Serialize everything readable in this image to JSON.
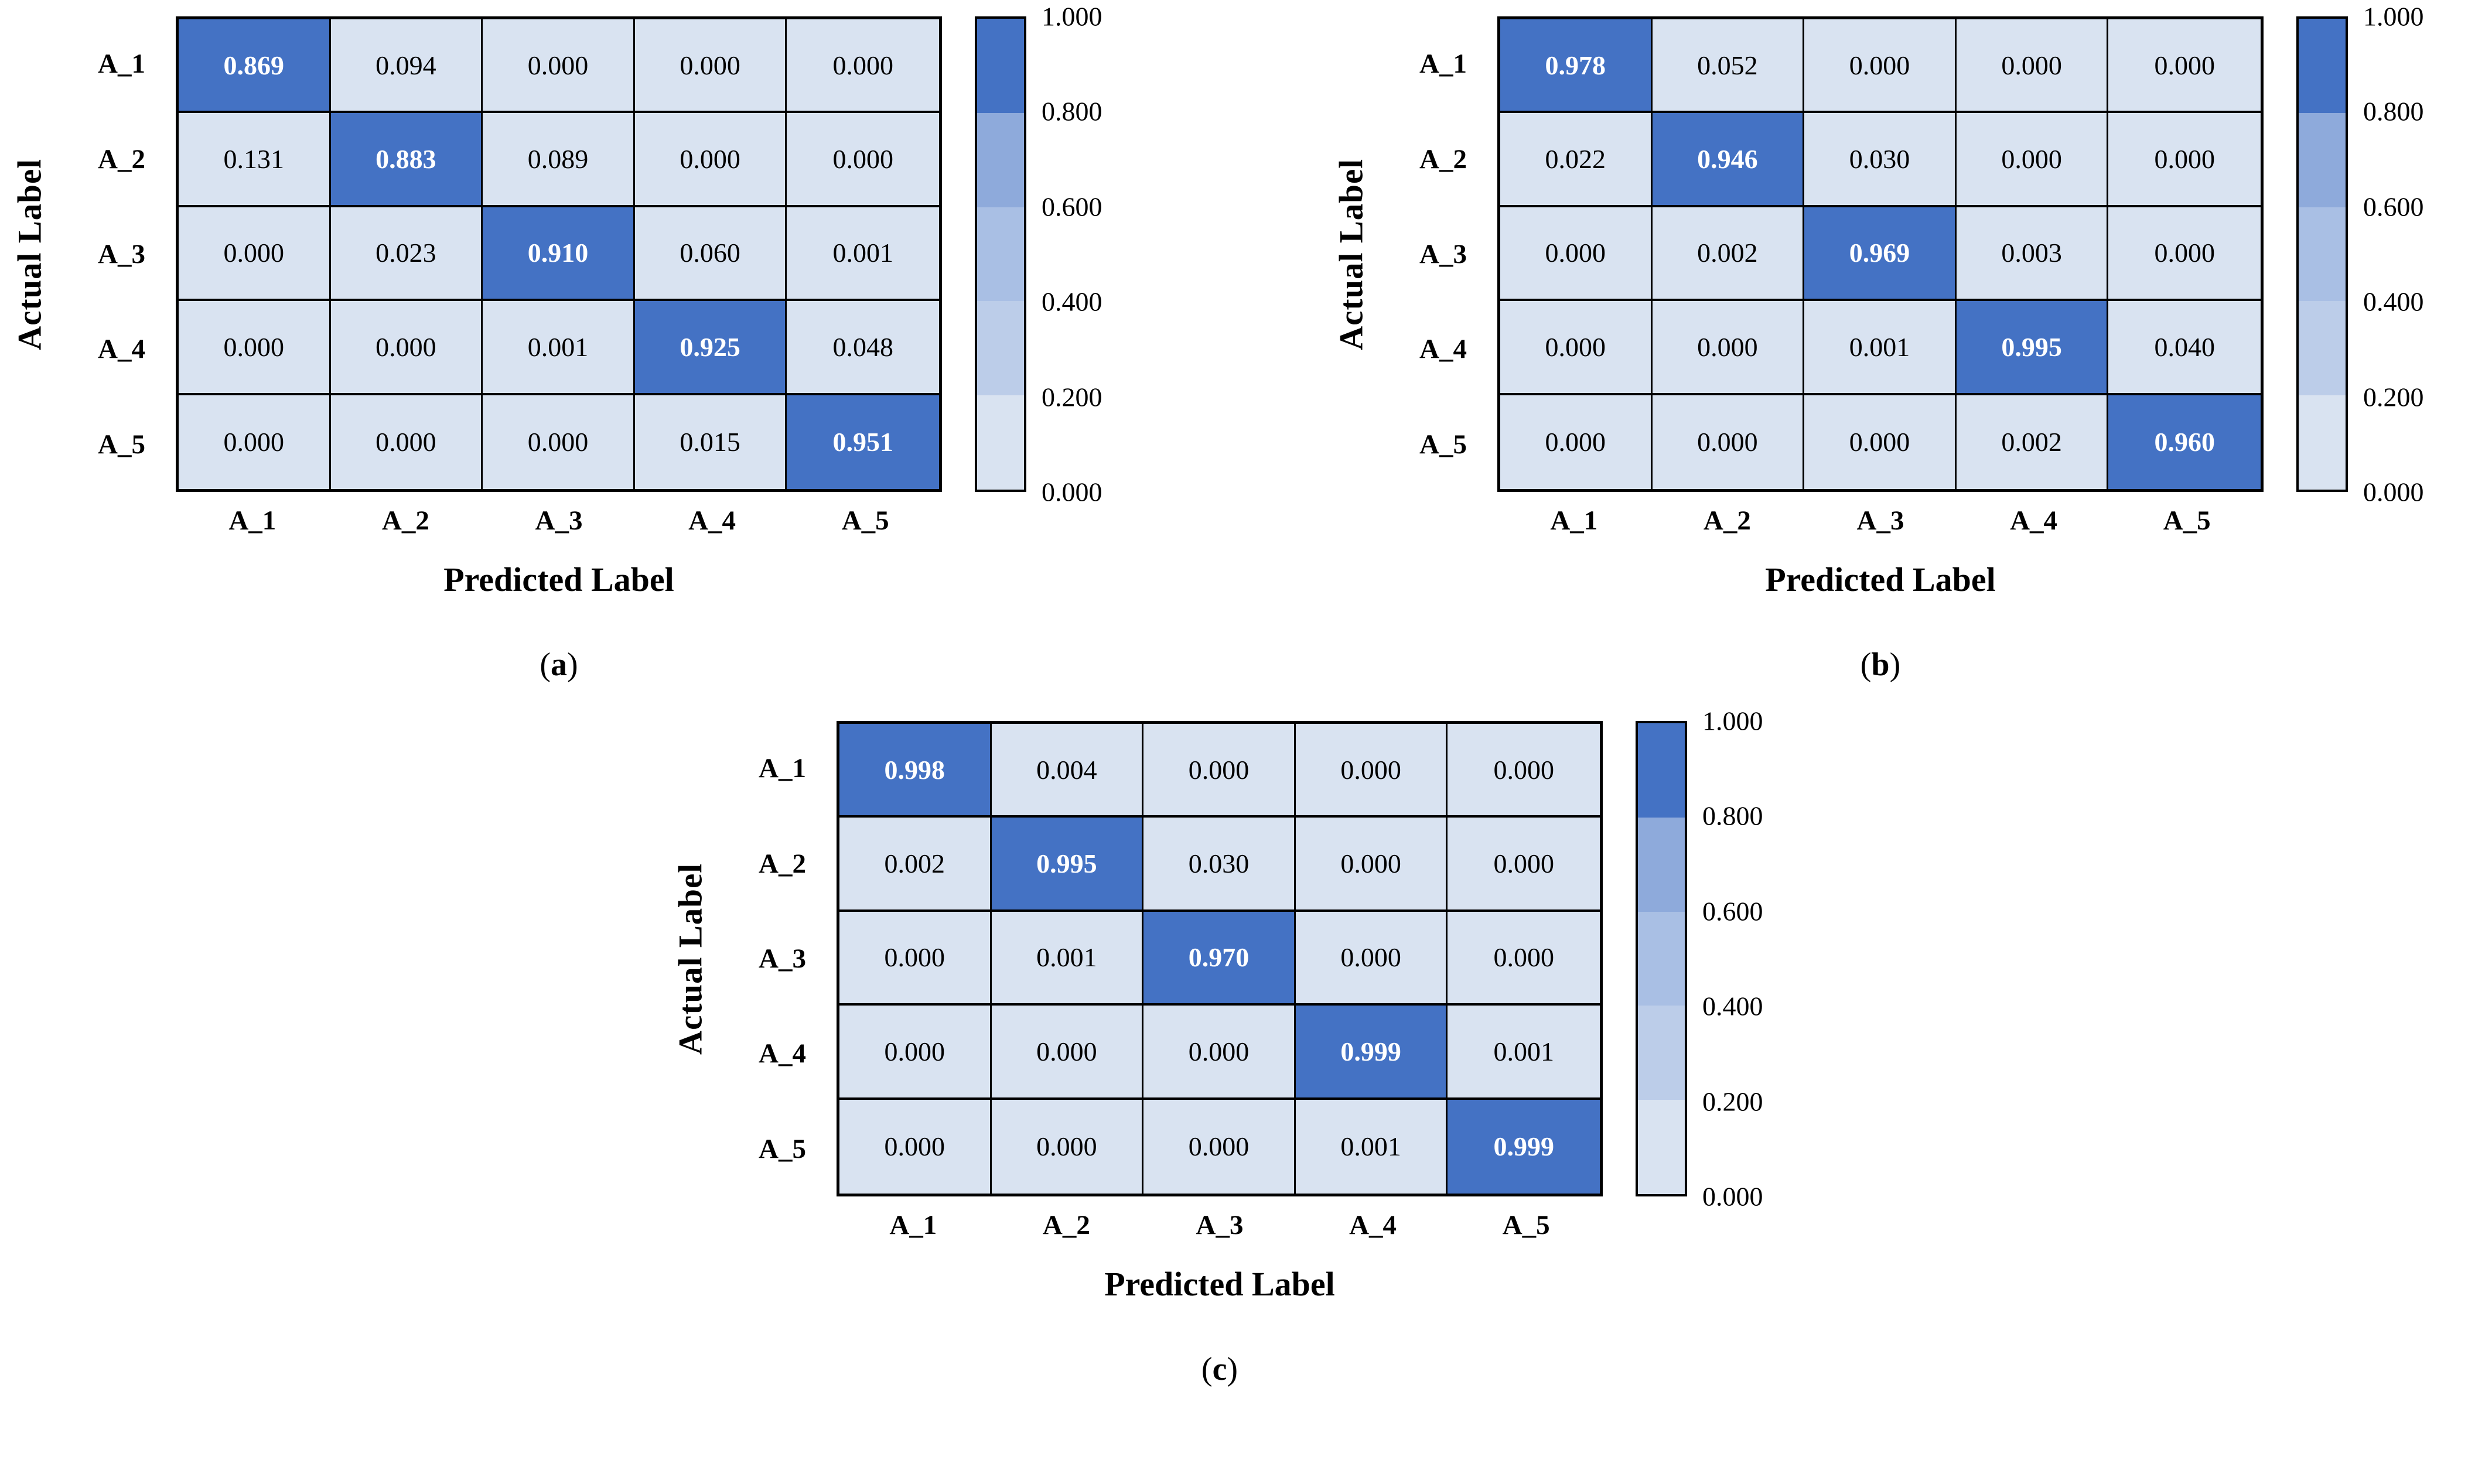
{
  "colors": {
    "diagonal_fill": "#4472C4",
    "offdiag_fill": "#D9E3F1",
    "diag_text": "#FFFFFF",
    "cell_text": "#000000",
    "border_color": "#000000",
    "page_bg": "#FFFFFF",
    "colorbar_segments": [
      "#4472C4",
      "#8EAADB",
      "#A9BFE4",
      "#BCCDE9",
      "#D9E3F1"
    ]
  },
  "chart_data": [
    {
      "type": "heatmap",
      "panel": "a",
      "caption_open": "(",
      "caption_letter": "a",
      "caption_close": ")",
      "xlabel": "Predicted Label",
      "ylabel": "Actual Label",
      "x_categories": [
        "A_1",
        "A_2",
        "A_3",
        "A_4",
        "A_5"
      ],
      "y_categories": [
        "A_1",
        "A_2",
        "A_3",
        "A_4",
        "A_5"
      ],
      "matrix": [
        [
          "0.869",
          "0.094",
          "0.000",
          "0.000",
          "0.000"
        ],
        [
          "0.131",
          "0.883",
          "0.089",
          "0.000",
          "0.000"
        ],
        [
          "0.000",
          "0.023",
          "0.910",
          "0.060",
          "0.001"
        ],
        [
          "0.000",
          "0.000",
          "0.001",
          "0.925",
          "0.048"
        ],
        [
          "0.000",
          "0.000",
          "0.000",
          "0.015",
          "0.951"
        ]
      ],
      "colorbar_ticks": [
        "1.000",
        "0.800",
        "0.600",
        "0.400",
        "0.200",
        "0.000"
      ],
      "colorbar_range": [
        0.0,
        1.0
      ]
    },
    {
      "type": "heatmap",
      "panel": "b",
      "caption_open": "(",
      "caption_letter": "b",
      "caption_close": ")",
      "xlabel": "Predicted Label",
      "ylabel": "Actual Label",
      "x_categories": [
        "A_1",
        "A_2",
        "A_3",
        "A_4",
        "A_5"
      ],
      "y_categories": [
        "A_1",
        "A_2",
        "A_3",
        "A_4",
        "A_5"
      ],
      "matrix": [
        [
          "0.978",
          "0.052",
          "0.000",
          "0.000",
          "0.000"
        ],
        [
          "0.022",
          "0.946",
          "0.030",
          "0.000",
          "0.000"
        ],
        [
          "0.000",
          "0.002",
          "0.969",
          "0.003",
          "0.000"
        ],
        [
          "0.000",
          "0.000",
          "0.001",
          "0.995",
          "0.040"
        ],
        [
          "0.000",
          "0.000",
          "0.000",
          "0.002",
          "0.960"
        ]
      ],
      "colorbar_ticks": [
        "1.000",
        "0.800",
        "0.600",
        "0.400",
        "0.200",
        "0.000"
      ],
      "colorbar_range": [
        0.0,
        1.0
      ]
    },
    {
      "type": "heatmap",
      "panel": "c",
      "caption_open": "(",
      "caption_letter": "c",
      "caption_close": ")",
      "xlabel": "Predicted Label",
      "ylabel": "Actual Label",
      "x_categories": [
        "A_1",
        "A_2",
        "A_3",
        "A_4",
        "A_5"
      ],
      "y_categories": [
        "A_1",
        "A_2",
        "A_3",
        "A_4",
        "A_5"
      ],
      "matrix": [
        [
          "0.998",
          "0.004",
          "0.000",
          "0.000",
          "0.000"
        ],
        [
          "0.002",
          "0.995",
          "0.030",
          "0.000",
          "0.000"
        ],
        [
          "0.000",
          "0.001",
          "0.970",
          "0.000",
          "0.000"
        ],
        [
          "0.000",
          "0.000",
          "0.000",
          "0.999",
          "0.001"
        ],
        [
          "0.000",
          "0.000",
          "0.000",
          "0.001",
          "0.999"
        ]
      ],
      "colorbar_ticks": [
        "1.000",
        "0.800",
        "0.600",
        "0.400",
        "0.200",
        "0.000"
      ],
      "colorbar_range": [
        0.0,
        1.0
      ]
    }
  ]
}
